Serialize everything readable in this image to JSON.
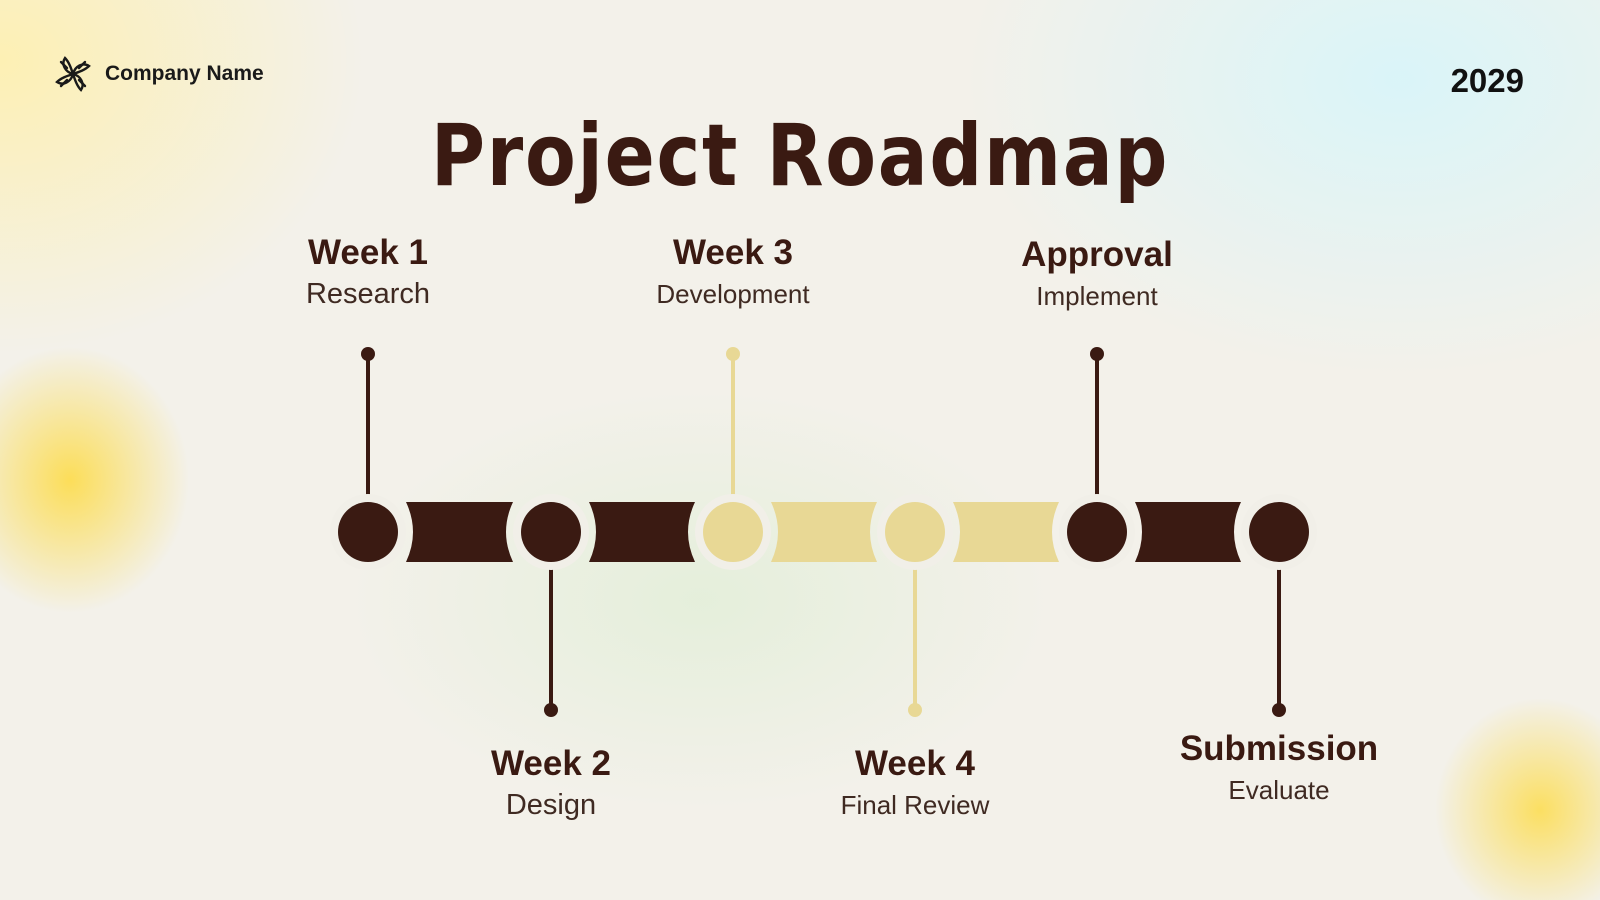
{
  "header": {
    "company_name": "Company Name",
    "year": "2029"
  },
  "title": "Project Roadmap",
  "colors": {
    "dark": "#3a1a12",
    "light": "#e8d895"
  },
  "milestones": [
    {
      "name": "Week 1",
      "desc": "Research",
      "active": true,
      "side": "top"
    },
    {
      "name": "Week 2",
      "desc": "Design",
      "active": true,
      "side": "bottom"
    },
    {
      "name": "Week 3",
      "desc": "Development",
      "active": false,
      "side": "top"
    },
    {
      "name": "Week 4",
      "desc": "Final Review",
      "active": false,
      "side": "bottom"
    },
    {
      "name": "Approval",
      "desc": "Implement",
      "active": true,
      "side": "top"
    },
    {
      "name": "Submission",
      "desc": "Evaluate",
      "active": true,
      "side": "bottom"
    }
  ],
  "segments": [
    {
      "active": true
    },
    {
      "active": true
    },
    {
      "active": false
    },
    {
      "active": false
    },
    {
      "active": true
    }
  ]
}
